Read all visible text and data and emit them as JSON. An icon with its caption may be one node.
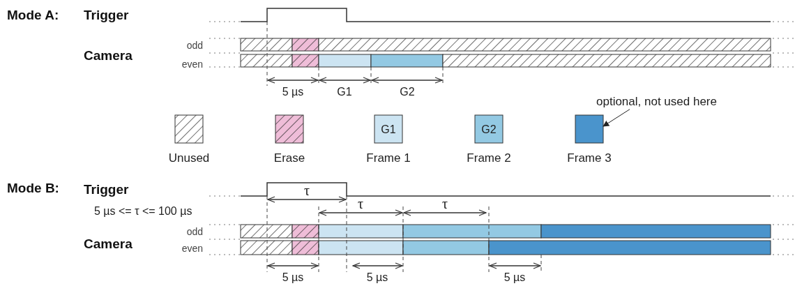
{
  "diagram": {
    "nodes": [
      {
        "text": [
          "optional, not used here"
        ]
      },
      {
        "text": [],
        "shape": "box"
      }
    ],
    "edges": [
      {
        "from": 0,
        "to": 1,
        "arrow": "to"
      }
    ],
    "labels": [
      "Mode A:",
      "Trigger",
      "odd",
      "Camera",
      "even",
      "5 µs",
      "G1",
      "G2",
      "G1",
      "G2",
      "Mode B:",
      "Trigger",
      "τ",
      "5 µs <= τ <= 100 µs",
      "τ",
      "τ",
      "odd",
      "Camera",
      "even",
      "5 µs",
      "5 µs",
      "5 µs"
    ],
    "legend": [
      {
        "text": "Unused"
      },
      {
        "text": "Erase"
      },
      {
        "text": "Frame 1",
        "color": "#cce4f2"
      },
      {
        "text": "Frame 2",
        "color": "#93c9e3"
      },
      {
        "text": "Frame 3",
        "color": "#4a94cc"
      }
    ]
  }
}
